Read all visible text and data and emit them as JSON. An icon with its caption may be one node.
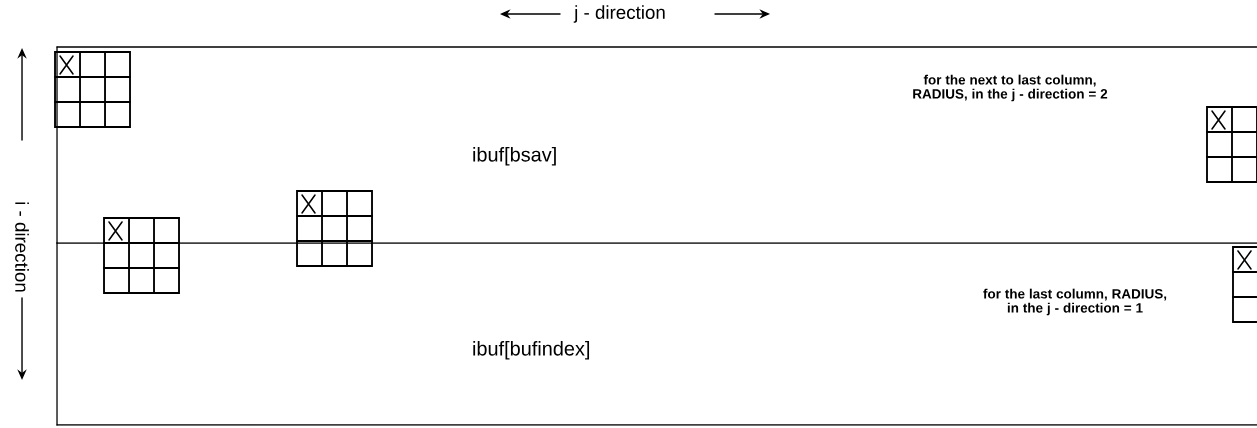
{
  "diagram": {
    "nodes": [
      {
        "text": [
          "ibuf[bsav]"
        ]
      },
      {
        "text": [
          "ibuf[bufindex]"
        ]
      }
    ],
    "labels": [
      "j - direction",
      "i - direction",
      "for the next to last column, RADIUS, in the j - direction = 2",
      "for the last column, RADIUS, in the j - direction = 1"
    ]
  }
}
